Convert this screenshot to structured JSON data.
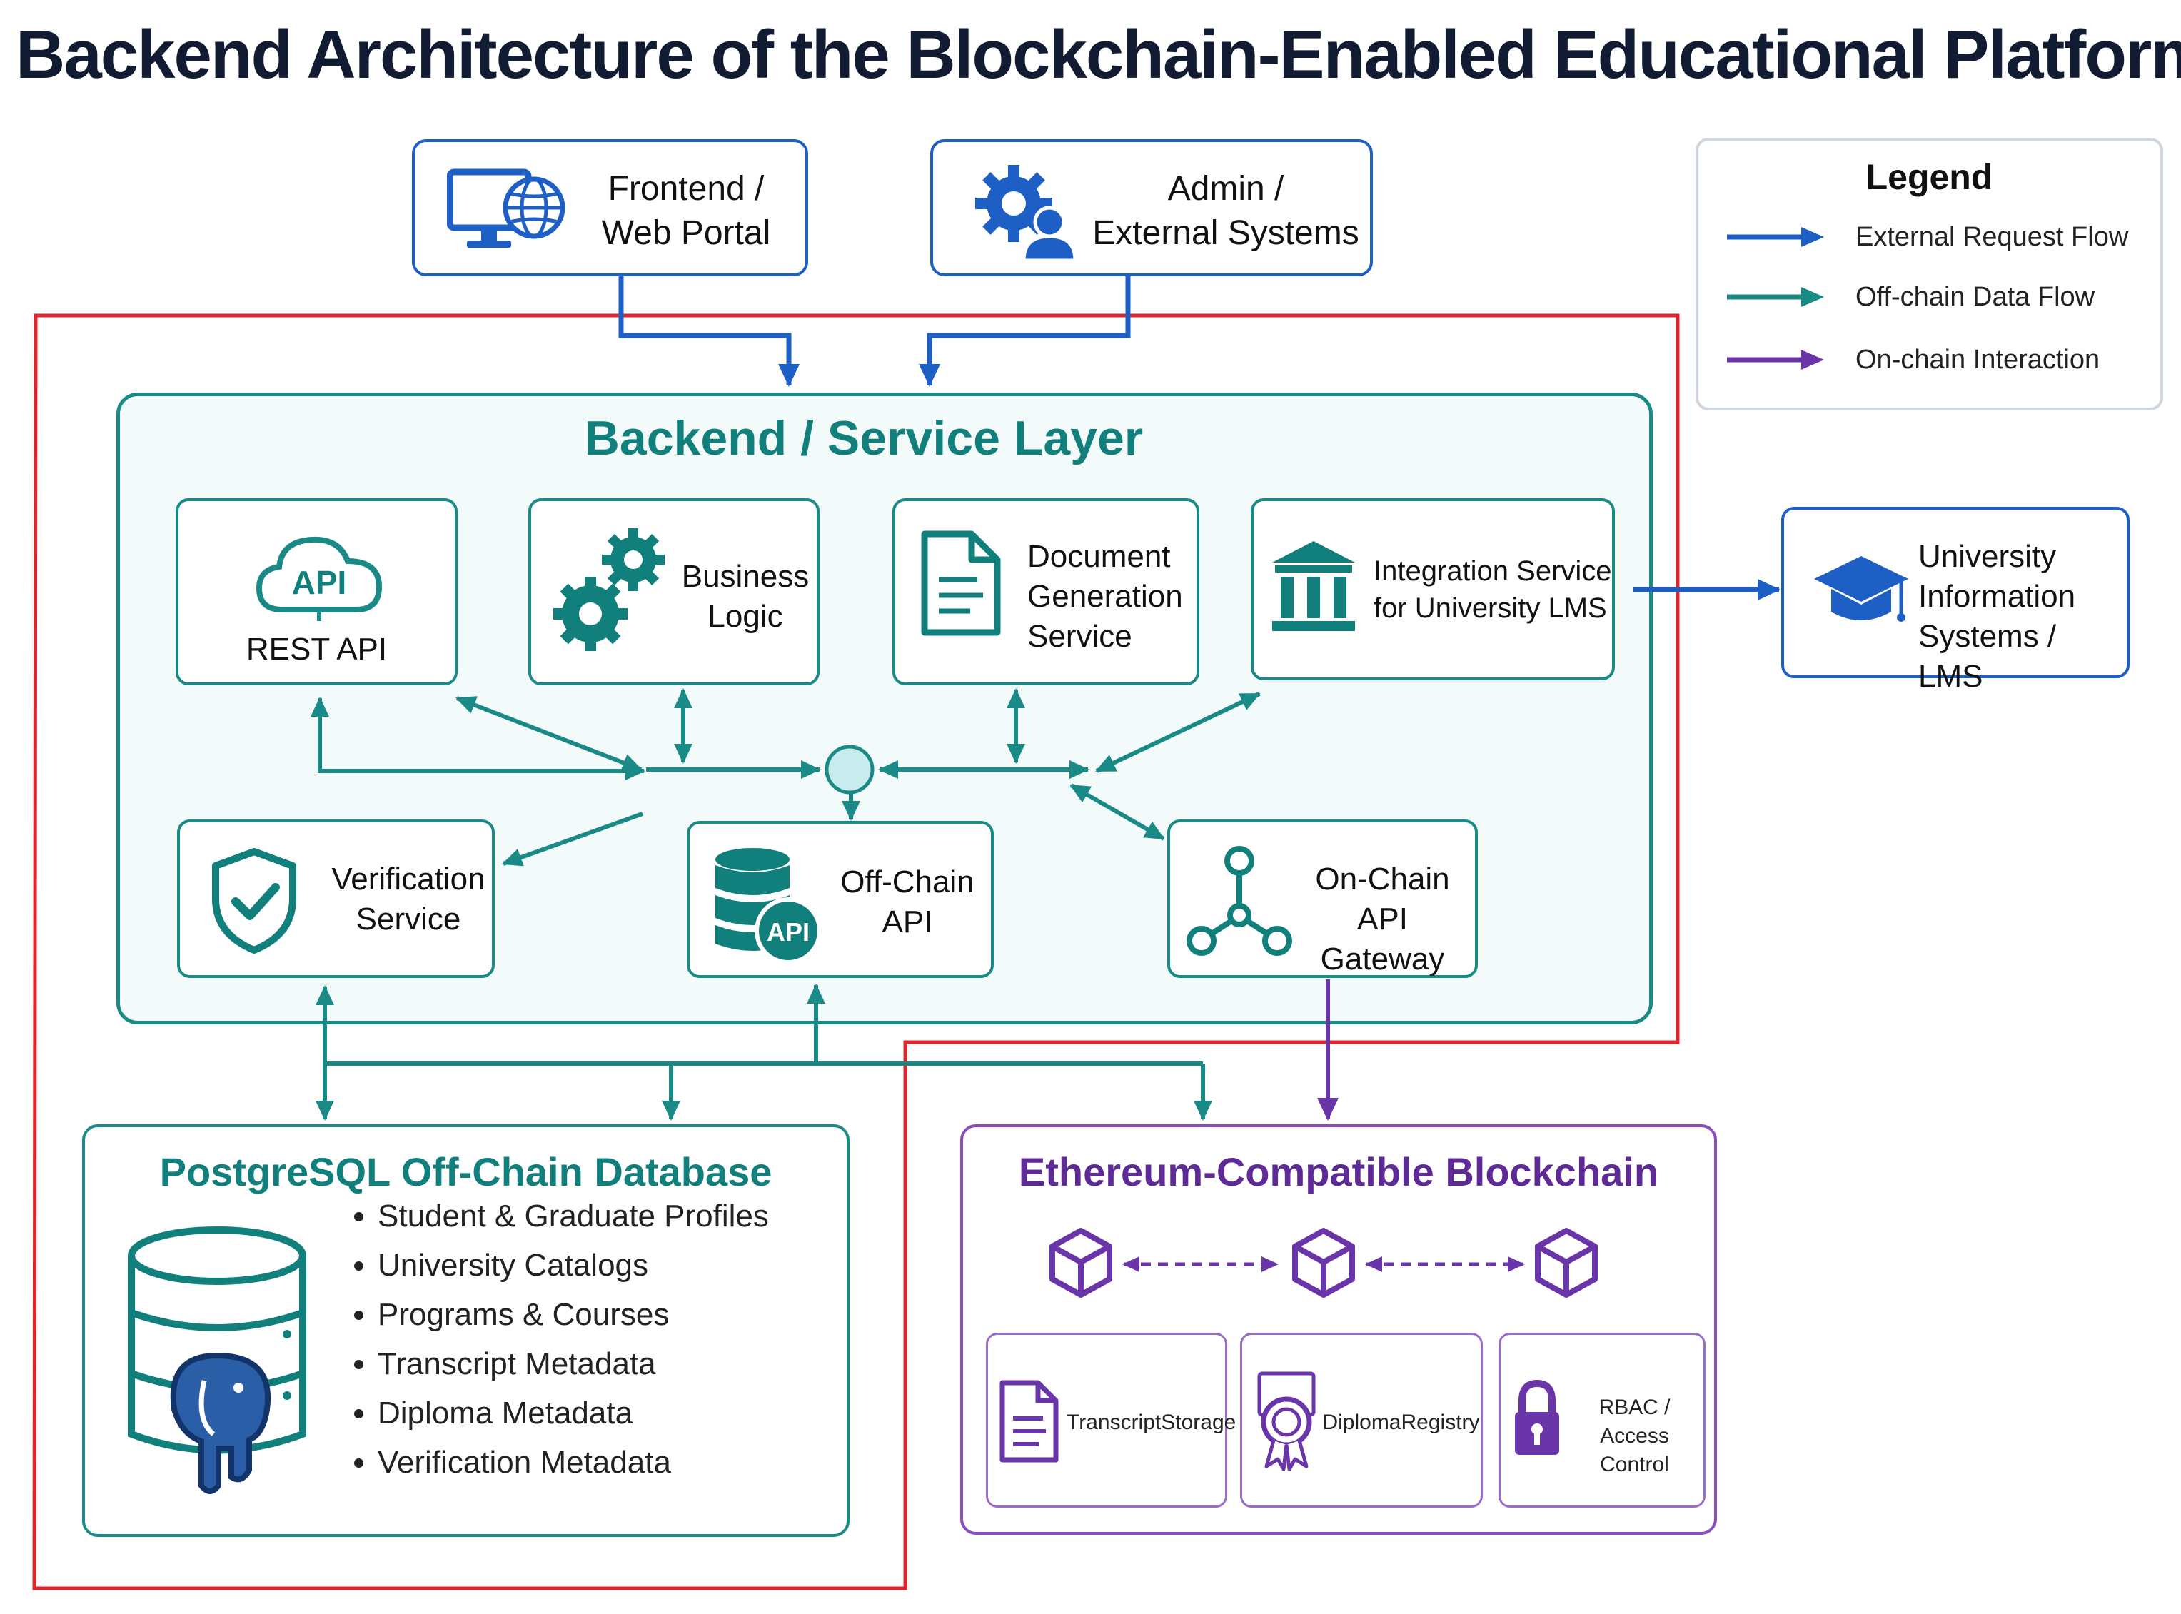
{
  "title": "Backend Architecture of the Blockchain-Enabled Educational Platform",
  "colors": {
    "external": "#1d5fc4",
    "offchain": "#1a8a86",
    "onchain": "#6a35a8",
    "boundary": "#e0242c"
  },
  "frontend": {
    "line1": "Frontend /",
    "line2": "Web Portal",
    "icon": "monitor-globe-icon"
  },
  "admin": {
    "line1": "Admin /",
    "line2": "External Systems",
    "icon": "gear-person-icon"
  },
  "legend": {
    "title": "Legend",
    "items": [
      {
        "label": "External Request Flow",
        "color": "#1d5fc4"
      },
      {
        "label": "Off-chain Data Flow",
        "color": "#1a8a86"
      },
      {
        "label": "On-chain Interaction",
        "color": "#6a35a8"
      }
    ]
  },
  "backend": {
    "title": "Backend / Service Layer",
    "services": {
      "rest_api": {
        "icon_text": "API",
        "label": "REST API"
      },
      "business_logic": {
        "line1": "Business",
        "line2": "Logic"
      },
      "document_generation": {
        "line1": "Document",
        "line2": "Generation",
        "line3": "Service"
      },
      "integration": {
        "line1": "Integration Service",
        "line2": "for University LMS"
      },
      "verification": {
        "line1": "Verification",
        "line2": "Service"
      },
      "offchain_api": {
        "line1": "Off-Chain",
        "line2": "API",
        "icon_text": "API"
      },
      "onchain_gateway": {
        "line1": "On-Chain",
        "line2": "API Gateway"
      }
    }
  },
  "university": {
    "line1": "University",
    "line2": "Information",
    "line3": "Systems / LMS"
  },
  "database": {
    "title": "PostgreSQL Off-Chain Database",
    "items": [
      "Student & Graduate Profiles",
      "University Catalogs",
      "Programs & Courses",
      "Transcript Metadata",
      "Diploma Metadata",
      "Verification Metadata"
    ]
  },
  "blockchain": {
    "title": "Ethereum-Compatible Blockchain",
    "contracts": [
      {
        "label": "TranscriptStorage"
      },
      {
        "label": "DiplomaRegistry"
      },
      {
        "line1": "RBAC /",
        "line2": "Access Control"
      }
    ]
  }
}
